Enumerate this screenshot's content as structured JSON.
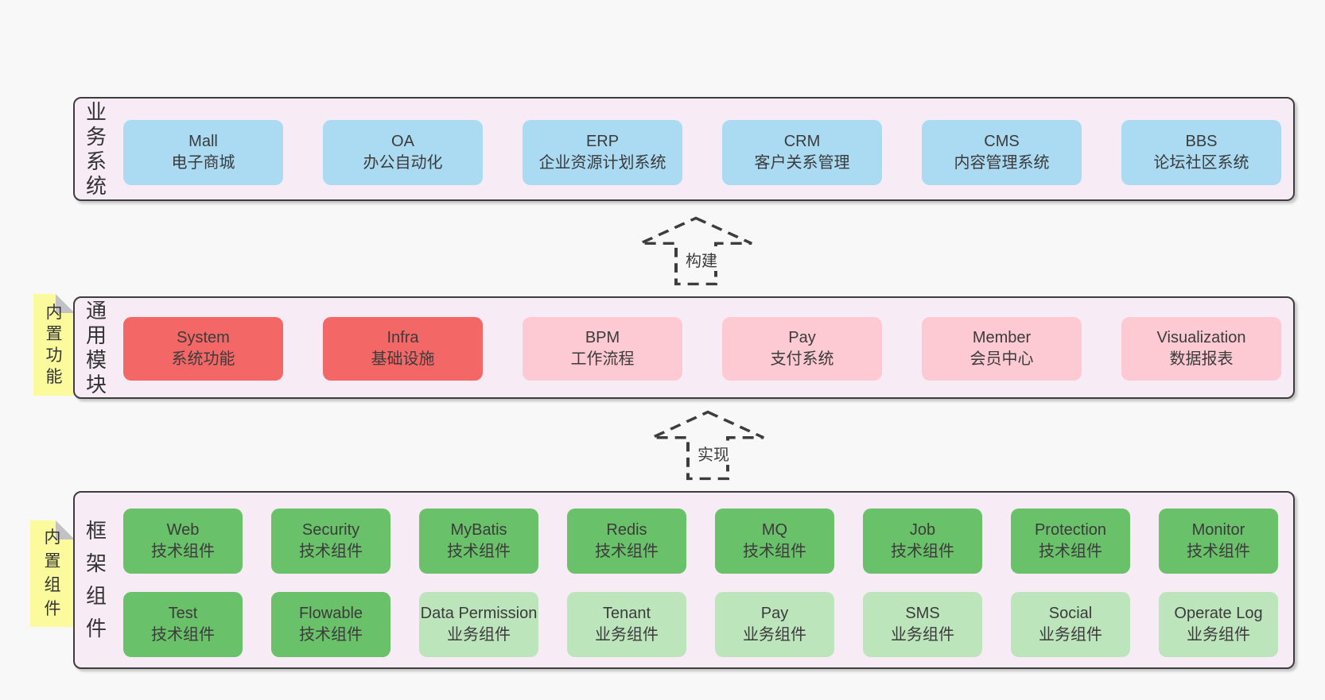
{
  "colors": {
    "canvas_bg": "#f8f8f8",
    "band_bg": "#f7ecf5",
    "band_border": "#3d3d3d",
    "text": "#3b3b3b",
    "blue": "#aadbf3",
    "red": "#f46767",
    "pink": "#fdcad3",
    "green": "#69c169",
    "lightgreen": "#bce5bc",
    "sticky_yellow": "#fbfb9e",
    "sticky_fold": "#c2c2c6"
  },
  "arrows": [
    {
      "label": "构建"
    },
    {
      "label": "实现"
    }
  ],
  "bands": [
    {
      "label": "业务系统",
      "rows": [
        [
          {
            "en": "Mall",
            "zh": "电子商城",
            "color": "blue"
          },
          {
            "en": "OA",
            "zh": "办公自动化",
            "color": "blue"
          },
          {
            "en": "ERP",
            "zh": "企业资源计划系统",
            "color": "blue"
          },
          {
            "en": "CRM",
            "zh": "客户关系管理",
            "color": "blue"
          },
          {
            "en": "CMS",
            "zh": "内容管理系统",
            "color": "blue"
          },
          {
            "en": "BBS",
            "zh": "论坛社区系统",
            "color": "blue"
          }
        ]
      ]
    },
    {
      "label": "通用模块",
      "sticky": "内置功能",
      "rows": [
        [
          {
            "en": "System",
            "zh": "系统功能",
            "color": "red"
          },
          {
            "en": "Infra",
            "zh": "基础设施",
            "color": "red"
          },
          {
            "en": "BPM",
            "zh": "工作流程",
            "color": "pink"
          },
          {
            "en": "Pay",
            "zh": "支付系统",
            "color": "pink"
          },
          {
            "en": "Member",
            "zh": "会员中心",
            "color": "pink"
          },
          {
            "en": "Visualization",
            "zh": "数据报表",
            "color": "pink"
          }
        ]
      ]
    },
    {
      "label": "框架组件",
      "sticky": "内置组件",
      "rows": [
        [
          {
            "en": "Web",
            "zh": "技术组件",
            "color": "green"
          },
          {
            "en": "Security",
            "zh": "技术组件",
            "color": "green"
          },
          {
            "en": "MyBatis",
            "zh": "技术组件",
            "color": "green"
          },
          {
            "en": "Redis",
            "zh": "技术组件",
            "color": "green"
          },
          {
            "en": "MQ",
            "zh": "技术组件",
            "color": "green"
          },
          {
            "en": "Job",
            "zh": "技术组件",
            "color": "green"
          },
          {
            "en": "Protection",
            "zh": "技术组件",
            "color": "green"
          },
          {
            "en": "Monitor",
            "zh": "技术组件",
            "color": "green"
          }
        ],
        [
          {
            "en": "Test",
            "zh": "技术组件",
            "color": "green"
          },
          {
            "en": "Flowable",
            "zh": "技术组件",
            "color": "green"
          },
          {
            "en": "Data Permission",
            "zh": "业务组件",
            "color": "lightgreen"
          },
          {
            "en": "Tenant",
            "zh": "业务组件",
            "color": "lightgreen"
          },
          {
            "en": "Pay",
            "zh": "业务组件",
            "color": "lightgreen"
          },
          {
            "en": "SMS",
            "zh": "业务组件",
            "color": "lightgreen"
          },
          {
            "en": "Social",
            "zh": "业务组件",
            "color": "lightgreen"
          },
          {
            "en": "Operate Log",
            "zh": "业务组件",
            "color": "lightgreen"
          }
        ]
      ]
    }
  ]
}
